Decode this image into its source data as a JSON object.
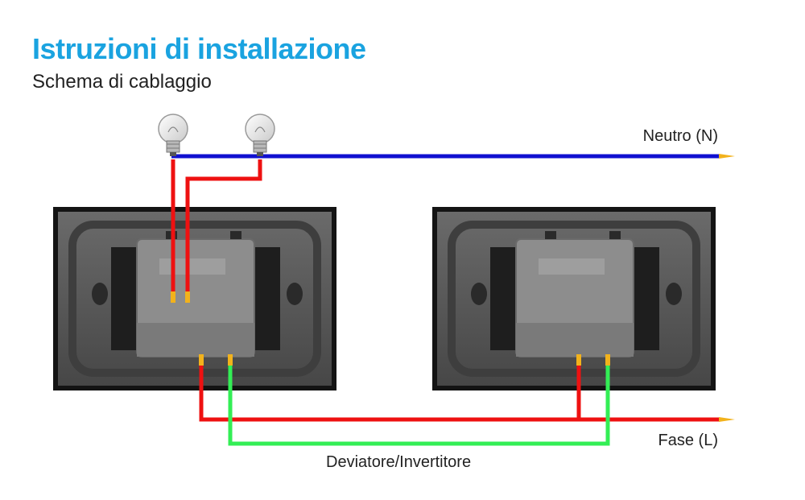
{
  "header": {
    "title": "Istruzioni di installazione",
    "subtitle": "Schema di cablaggio"
  },
  "labels": {
    "neutral": "Neutro (N)",
    "phase": "Fase (L)",
    "deviator": "Deviatore/Invertitore"
  },
  "colors": {
    "title": "#1aa3e0",
    "neutral_wire": "#1010d0",
    "phase_wire": "#ee1111",
    "traveler_wire": "#33ee55",
    "wire_tip": "#f2b21c",
    "switch_frame": "#1c1c1c",
    "switch_plate": "#555555",
    "module": "#8a8a8a"
  },
  "icons": [
    "light-bulb-icon",
    "light-bulb-icon"
  ]
}
